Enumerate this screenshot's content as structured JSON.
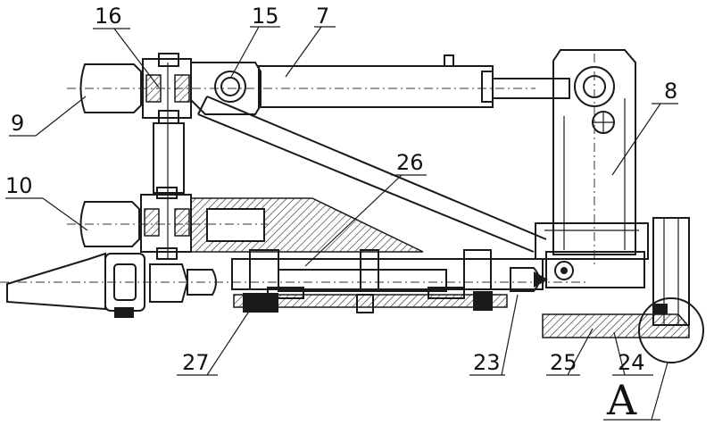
{
  "labels": {
    "l16": "16",
    "l15": "15",
    "l7": "7",
    "l9": "9",
    "l8": "8",
    "l10": "10",
    "l26": "26",
    "l27": "27",
    "l23": "23",
    "l25": "25",
    "l24": "24",
    "lA": "A"
  }
}
